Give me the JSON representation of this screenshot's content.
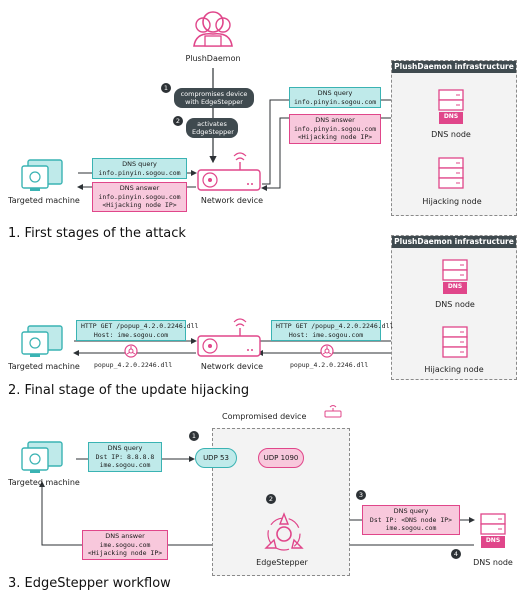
{
  "colors": {
    "teal": "#3ab3b3",
    "teal_fill": "#bfeaea",
    "pink": "#e0468a",
    "pink_fill": "#f8c8dc",
    "dark": "#3f4a4f"
  },
  "section1": {
    "title": "1. First stages of the attack",
    "attacker_label": "PlushDaemon",
    "step1": "compromises device with EdgeStepper",
    "step2": "activates EdgeStepper",
    "targeted_label": "Targeted machine",
    "network_label": "Network device",
    "query_left": {
      "title": "DNS query",
      "line1": "info.pinyin.sogou.com"
    },
    "answer_left": {
      "title": "DNS answer",
      "line1": "info.pinyin.sogou.com",
      "line2": "<Hijacking node IP>"
    },
    "query_right": {
      "title": "DNS query",
      "line1": "info.pinyin.sogou.com"
    },
    "answer_right": {
      "title": "DNS answer",
      "line1": "info.pinyin.sogou.com",
      "line2": "<Hijacking node IP>"
    },
    "infra_title": "PlushDaemon infrastructure",
    "dns_node_label": "DNS node",
    "hijack_node_label": "Hijacking node",
    "dns_badge": "DNS"
  },
  "section2": {
    "title": "2. Final stage of the update hijacking",
    "targeted_label": "Targeted machine",
    "network_label": "Network device",
    "http_left": {
      "line1": "HTTP GET /popup_4.2.0.2246.dll",
      "line2": "Host: ime.sogou.com"
    },
    "http_right": {
      "line1": "HTTP GET /popup_4.2.0.2246.dll",
      "line2": "Host: ime.sogou.com"
    },
    "file_left": "popup_4.2.0.2246.dll",
    "file_right": "popup_4.2.0.2246.dll",
    "infra_title": "PlushDaemon infrastructure",
    "dns_node_label": "DNS node",
    "hijack_node_label": "Hijacking node",
    "dns_badge": "DNS"
  },
  "section3": {
    "title": "3. EdgeStepper workflow",
    "compromised_label": "Compromised device",
    "targeted_label": "Targeted machine",
    "query": {
      "title": "DNS query",
      "line1": "Dst IP: 8.8.8.8",
      "line2": "ime.sogou.com"
    },
    "udp53": "UDP 53",
    "udp1090": "UDP 1090",
    "edgestepper_label": "EdgeStepper",
    "query_right": {
      "title": "DNS query",
      "line1": "Dst IP: <DNS node IP>",
      "line2": "ime.sogou.com"
    },
    "answer": {
      "title": "DNS answer",
      "line1": "ime.sogou.com",
      "line2": "<Hijacking node IP>"
    },
    "dns_node_label": "DNS node",
    "dns_badge": "DNS",
    "steps": [
      "1",
      "2",
      "3",
      "4"
    ]
  }
}
